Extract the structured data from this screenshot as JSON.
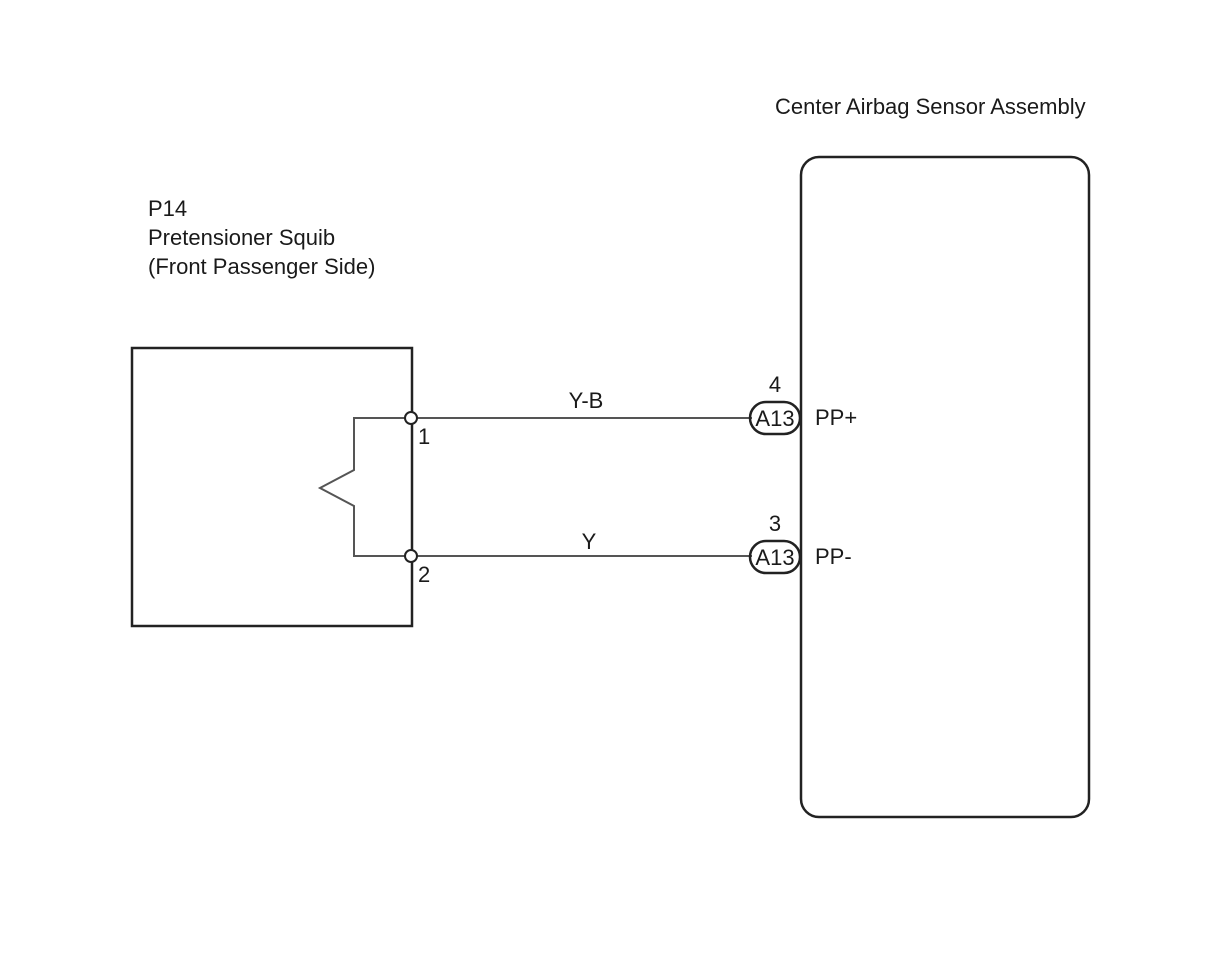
{
  "ecu": {
    "title": "Center Airbag Sensor Assembly"
  },
  "squib": {
    "code": "P14",
    "name": "Pretensioner Squib",
    "side": "(Front Passenger Side)"
  },
  "circuits": [
    {
      "wire_color": "Y-B",
      "squib_pin": "1",
      "connector": "A13",
      "connector_pin": "4",
      "signal": "PP+"
    },
    {
      "wire_color": "Y",
      "squib_pin": "2",
      "connector": "A13",
      "connector_pin": "3",
      "signal": "PP-"
    }
  ]
}
